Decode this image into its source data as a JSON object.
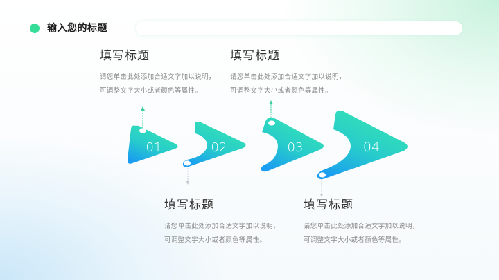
{
  "header": {
    "title": "输入您的标题",
    "accent_color": "#35dd98"
  },
  "steps": [
    {
      "number": "01",
      "title": "填写标题",
      "desc_line1": "请您单击此处添加合适文字加以说明，",
      "desc_line2": "可调整文字大小或者颜色等属性。",
      "label_position": "top"
    },
    {
      "number": "02",
      "title": "填写标题",
      "desc_line1": "请您单击此处添加合适文字加以说明，",
      "desc_line2": "可调整文字大小或者颜色等属性。",
      "label_position": "bottom"
    },
    {
      "number": "03",
      "title": "填写标题",
      "desc_line1": "请您单击此处添加合适文字加以说明，",
      "desc_line2": "可调整文字大小或者颜色等属性。",
      "label_position": "top"
    },
    {
      "number": "04",
      "title": "填写标题",
      "desc_line1": "请您单击此处添加合适文字加以说明，",
      "desc_line2": "可调整文字大小或者颜色等属性。",
      "label_position": "bottom"
    }
  ],
  "colors": {
    "gradient_start": "#32e0b8",
    "gradient_end": "#1a9ff0",
    "connector_up": "#3ecf9f",
    "connector_down": "#c9ccd2"
  }
}
